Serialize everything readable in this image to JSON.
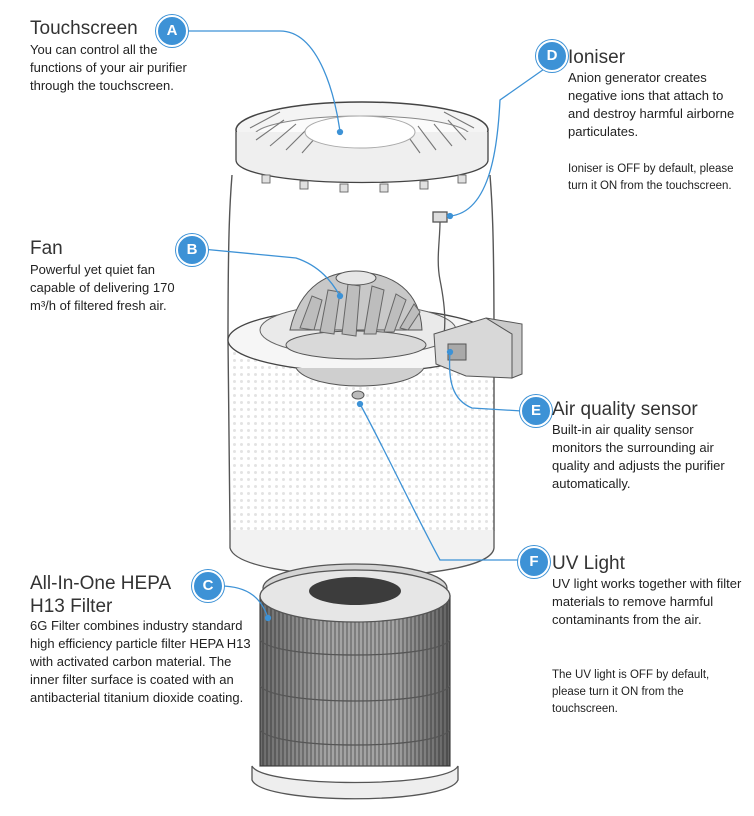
{
  "accent": "#3d92d6",
  "callouts": [
    {
      "letter": "A",
      "title": "Touchscreen",
      "body": "You can control all the functions of your air purifier through the touchscreen.",
      "note": ""
    },
    {
      "letter": "B",
      "title": "Fan",
      "body": "Powerful yet quiet fan capable of delivering 170 m³/h of filtered fresh air.",
      "note": ""
    },
    {
      "letter": "C",
      "title": "All-In-One HEPA H13 Filter",
      "body": "6G Filter combines industry standard high efficiency particle filter HEPA H13 with activated carbon material. The inner filter surface is coated with an antibacterial titanium dioxide coating.",
      "note": ""
    },
    {
      "letter": "D",
      "title": "Ioniser",
      "body": "Anion generator creates negative ions that attach to and destroy harmful airborne particulates.",
      "note": "Ioniser is OFF by default, please turn it ON from the touchscreen."
    },
    {
      "letter": "E",
      "title": "Air quality sensor",
      "body": "Built-in air quality sensor monitors the surrounding air quality and adjusts the purifier automatically.",
      "note": ""
    },
    {
      "letter": "F",
      "title": "UV Light",
      "body": "UV light works together with filter materials to remove harmful contaminants from the air.",
      "note": "The UV light is OFF by default, please turn it ON from the touchscreen."
    }
  ]
}
